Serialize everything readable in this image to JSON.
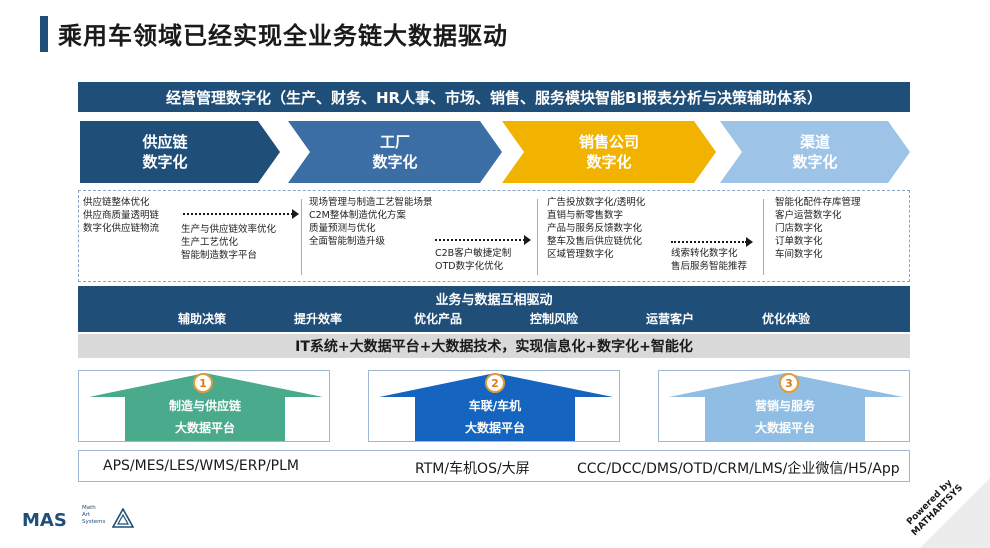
{
  "title": "乘用车领域已经实现全业务链大数据驱动",
  "banner": "经营管理数字化（生产、财务、HR人事、市场、销售、服务模块智能BI报表分析与决策辅助体系）",
  "stages": [
    {
      "line1": "供应链",
      "line2": "数字化",
      "color": "#1f4e79"
    },
    {
      "line1": "工厂",
      "line2": "数字化",
      "color": "#3b6ea5"
    },
    {
      "line1": "销售公司",
      "line2": "数字化",
      "color": "#f2b300"
    },
    {
      "line1": "渠道",
      "line2": "数字化",
      "color": "#9dc3e6"
    }
  ],
  "details": {
    "supply_a": [
      "供应链整体优化",
      "供应商质量透明链",
      "数字化供应链物流"
    ],
    "supply_b": [
      "生产与供应链效率优化",
      "生产工艺优化",
      "智能制造数字平台"
    ],
    "factory_a": [
      "现场管理与制造工艺智能场景",
      "C2M整体制造优化方案",
      "质量预测与优化",
      "全面智能制造升级"
    ],
    "factory_b": [
      "C2B客户敏捷定制",
      "OTD数字化优化"
    ],
    "sales_a": [
      "广告投放数字化/透明化",
      "直销与新零售数字",
      "产品与服务反馈数字化",
      "整车及售后供应链优化",
      "区域管理数字化"
    ],
    "sales_b": [
      "线索转化数字化",
      "售后服务智能推荐"
    ],
    "channel": [
      "智能化配件存库管理",
      "客户运营数字化",
      "门店数字化",
      "订单数字化",
      "车间数字化"
    ]
  },
  "drive": {
    "title": "业务与数据互相驱动",
    "items": [
      "辅助决策",
      "提升效率",
      "优化产品",
      "控制风险",
      "运营客户",
      "优化体验"
    ]
  },
  "it_band": "IT系统+大数据平台+大数据技术，实现信息化+数字化+智能化",
  "platforms": [
    {
      "num": "1",
      "line1": "制造与供应链",
      "line2": "大数据平台",
      "color": "#4aab8c"
    },
    {
      "num": "2",
      "line1": "车联/车机",
      "line2": "大数据平台",
      "color": "#1565c0"
    },
    {
      "num": "3",
      "line1": "营销与服务",
      "line2": "大数据平台",
      "color": "#8fbde3"
    }
  ],
  "tech": [
    "APS/MES/LES/WMS/ERP/PLM",
    "RTM/车机OS/大屏",
    "CCC/DCC/DMS/OTD/CRM/LMS/企业微信/H5/App"
  ],
  "logo": {
    "name": "MAS",
    "sub1": "Math",
    "sub2": "Art",
    "sub3": "Systems"
  },
  "powered": {
    "line1": "Powered by",
    "line2": "MATHARTSYS"
  }
}
